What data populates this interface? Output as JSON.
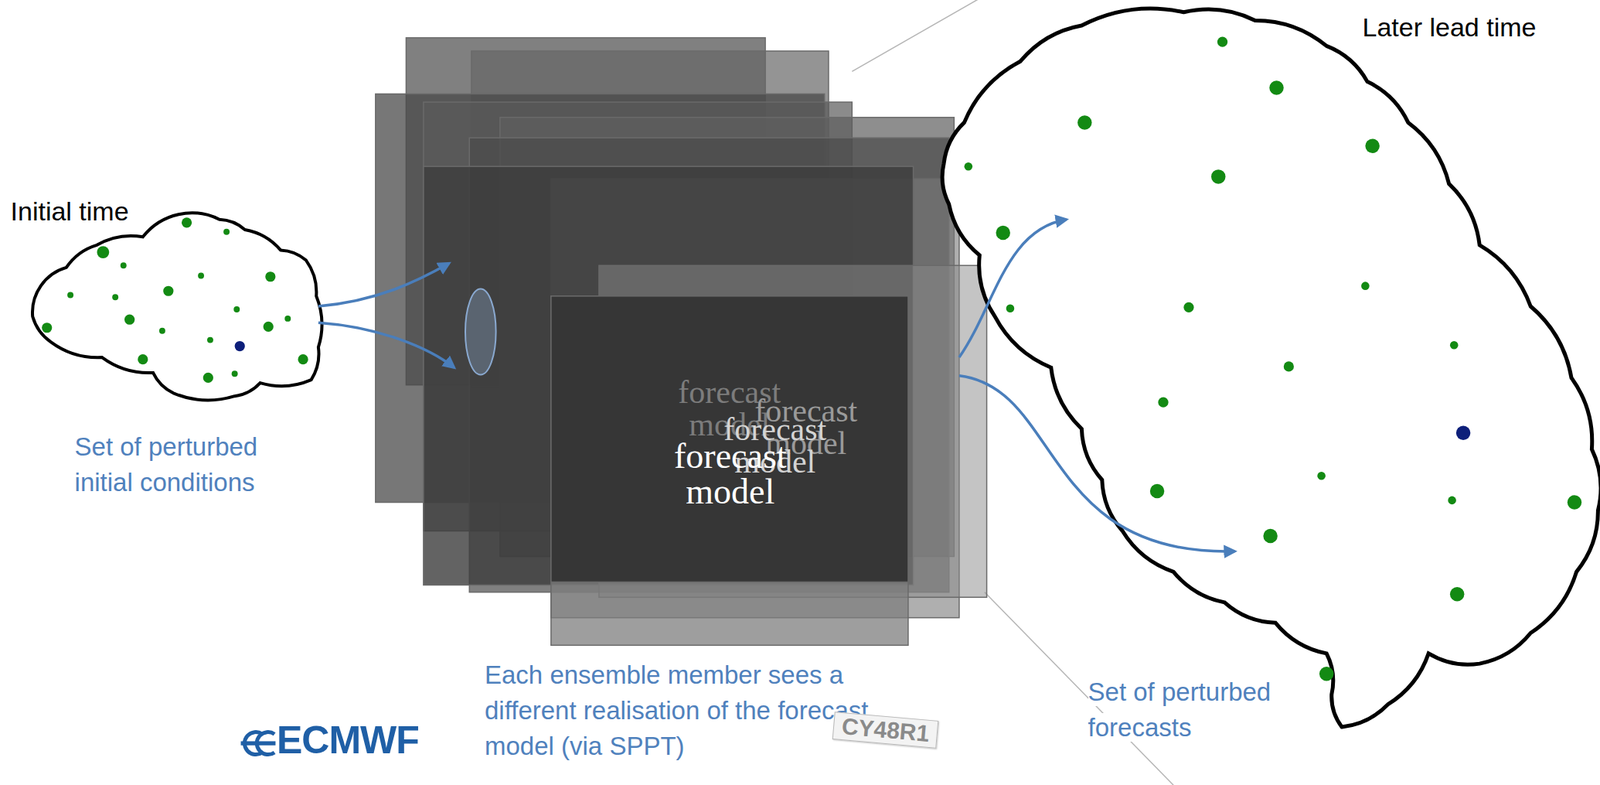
{
  "diagram": {
    "nodes": [
      {
        "text": [
          "Initial time",
          "Set of perturbed initial conditions"
        ]
      },
      {
        "text": [
          "forecast model",
          "forecast model",
          "forecast model",
          "forecast model"
        ]
      },
      {
        "text": [
          "Later lead time",
          "Set of perturbed forecasts"
        ]
      }
    ],
    "edges": [
      {
        "from": 0,
        "to": 1,
        "arrow": "to"
      },
      {
        "from": 0,
        "to": 1,
        "arrow": "to"
      },
      {
        "from": 1,
        "to": 2,
        "arrow": "to"
      },
      {
        "from": 1,
        "to": 2,
        "arrow": "to"
      }
    ],
    "labels": [
      "Each ensemble member sees a different realisation of the forecast model (via SPPT)",
      "ECMWF",
      "CY48R1"
    ]
  }
}
